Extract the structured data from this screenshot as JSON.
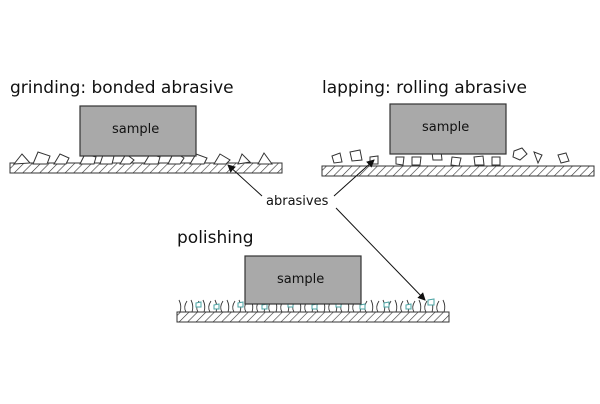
{
  "titles": {
    "grinding": "grinding: bonded abrasive",
    "lapping": "lapping: rolling abrasive",
    "polishing": "polishing"
  },
  "sample_label": "sample",
  "abrasives_label": "abrasives",
  "colors": {
    "sample_fill": "#a9a9a9",
    "outline": "#333333",
    "hatch": "#333333",
    "polish_abrasive": "#4aa3a3"
  },
  "icons": {
    "abrasive_particle": "polygon",
    "plate": "hatched-bar",
    "pointer": "arrow"
  }
}
